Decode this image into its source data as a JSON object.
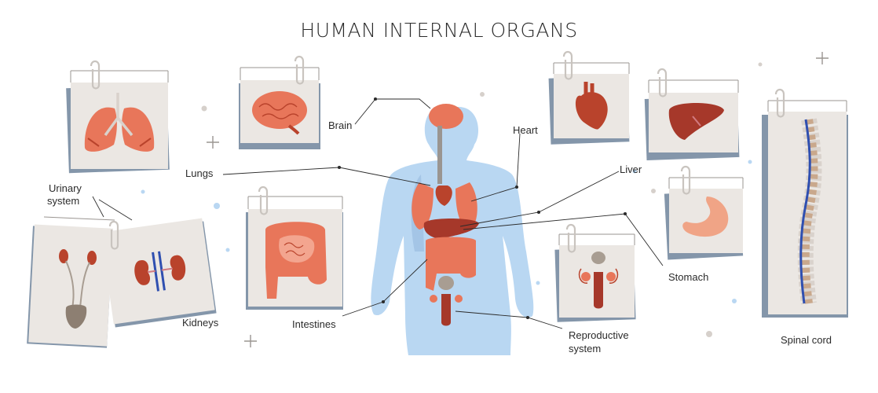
{
  "title": "HUMAN INTERNAL ORGANS",
  "labels": {
    "brain": "Brain",
    "heart": "Heart",
    "lungs": "Lungs",
    "liver": "Liver",
    "urinary_line1": "Urinary",
    "urinary_line2": "system",
    "kidneys": "Kidneys",
    "intestines": "Intestines",
    "stomach": "Stomach",
    "reproductive_line1": "Reproductive",
    "reproductive_line2": "system",
    "spinal_cord": "Spinal cord"
  },
  "colors": {
    "organ": "#e8765a",
    "organ_dark": "#b9432c",
    "body": "#b9d7f2",
    "card": "#ebe7e3",
    "card_shadow": "#8496aa",
    "spine_cord": "#2f4fb0",
    "line": "#2b2b2b"
  }
}
